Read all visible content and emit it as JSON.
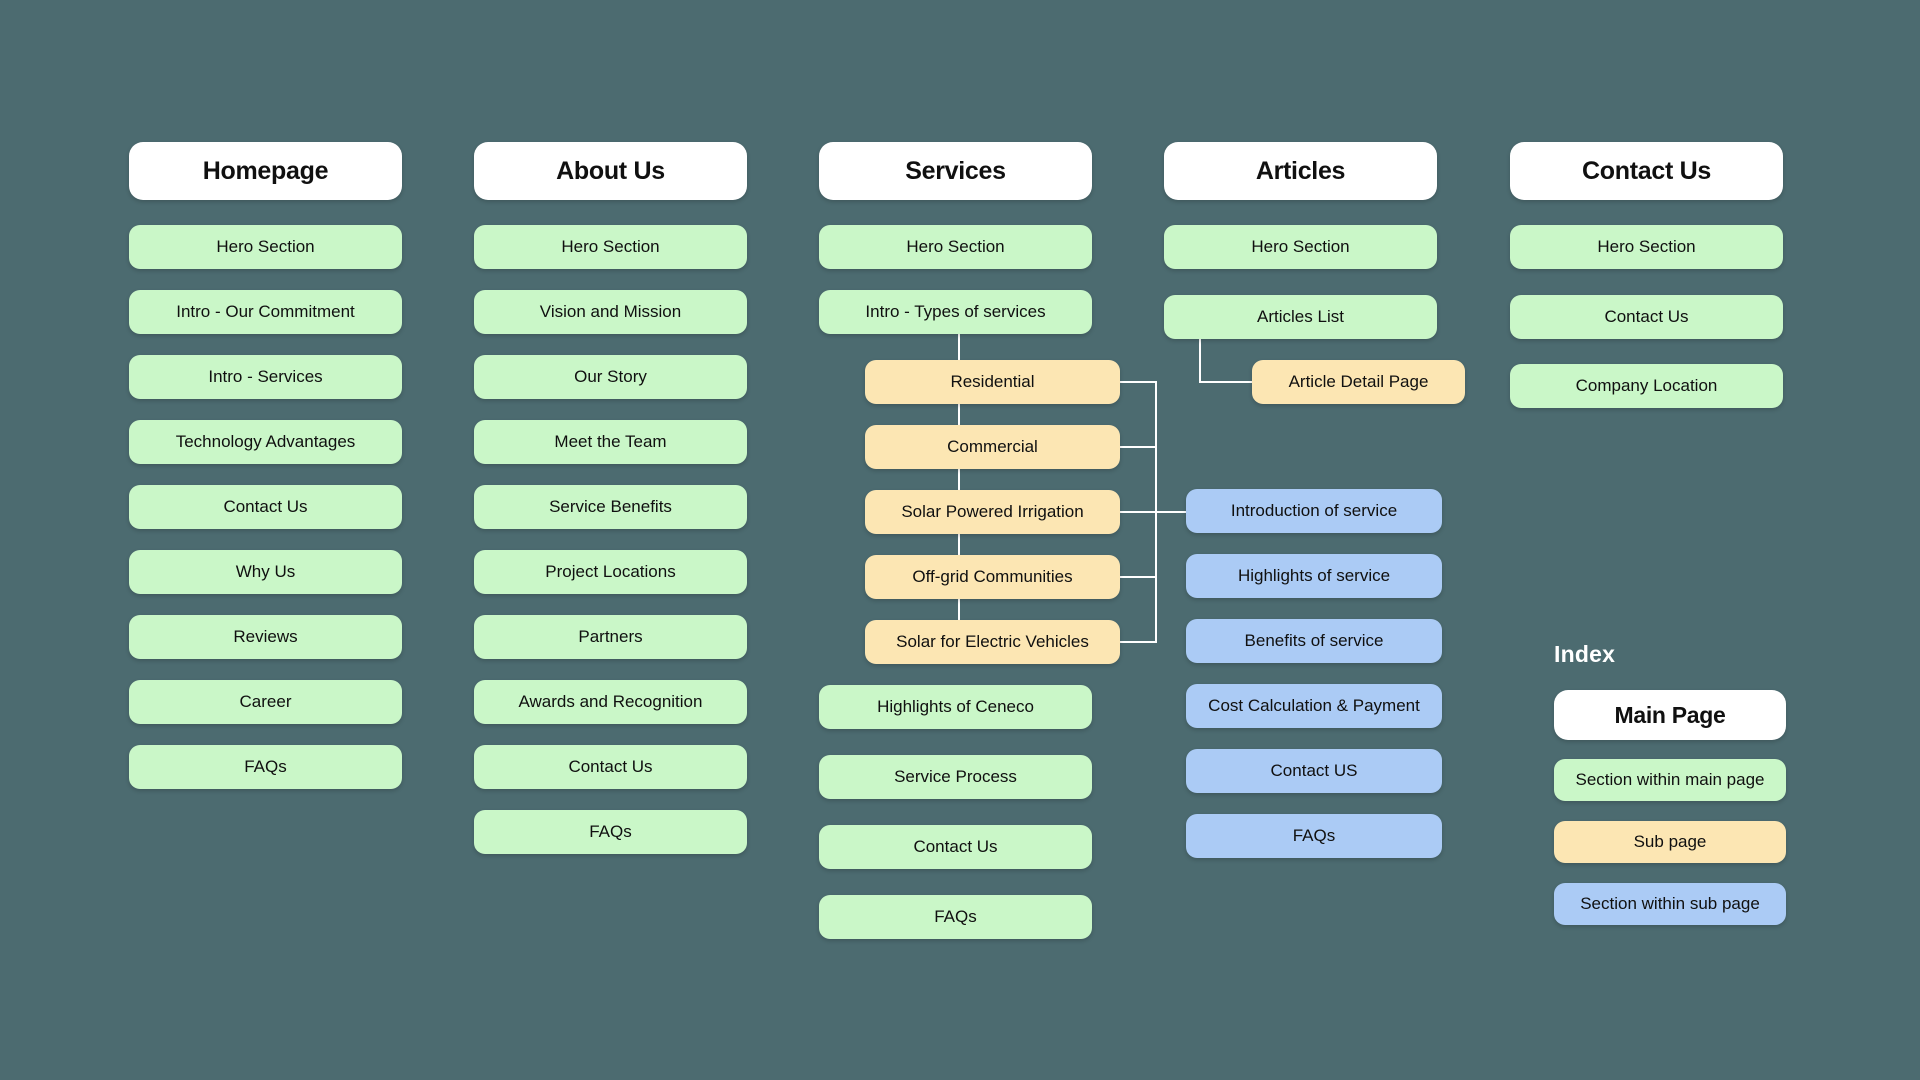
{
  "background_color": "#4c6b70",
  "palette": {
    "main_page": "#ffffff",
    "section_within_main_page": "#caf7c8",
    "sub_page": "#fce6b3",
    "section_within_sub_page": "#abcbf5",
    "connector": "#ffffff"
  },
  "columns": [
    {
      "id": "homepage",
      "title": "Homepage",
      "items": [
        {
          "label": "Hero Section",
          "type": "section"
        },
        {
          "label": "Intro - Our Commitment",
          "type": "section"
        },
        {
          "label": "Intro - Services",
          "type": "section"
        },
        {
          "label": "Technology Advantages",
          "type": "section"
        },
        {
          "label": "Contact Us",
          "type": "section"
        },
        {
          "label": "Why Us",
          "type": "section"
        },
        {
          "label": "Reviews",
          "type": "section"
        },
        {
          "label": "Career",
          "type": "section"
        },
        {
          "label": "FAQs",
          "type": "section"
        }
      ]
    },
    {
      "id": "about-us",
      "title": "About Us",
      "items": [
        {
          "label": "Hero Section",
          "type": "section"
        },
        {
          "label": "Vision and Mission",
          "type": "section"
        },
        {
          "label": "Our Story",
          "type": "section"
        },
        {
          "label": "Meet the Team",
          "type": "section"
        },
        {
          "label": "Service Benefits",
          "type": "section"
        },
        {
          "label": "Project Locations",
          "type": "section"
        },
        {
          "label": "Partners",
          "type": "section"
        },
        {
          "label": "Awards and Recognition",
          "type": "section"
        },
        {
          "label": "Contact Us",
          "type": "section"
        },
        {
          "label": "FAQs",
          "type": "section"
        }
      ]
    },
    {
      "id": "services",
      "title": "Services",
      "items": [
        {
          "label": "Hero Section",
          "type": "section"
        },
        {
          "label": "Intro - Types of services",
          "type": "section"
        },
        {
          "label": "Residential",
          "type": "sub"
        },
        {
          "label": "Commercial",
          "type": "sub"
        },
        {
          "label": "Solar Powered Irrigation",
          "type": "sub"
        },
        {
          "label": "Off-grid Communities",
          "type": "sub"
        },
        {
          "label": "Solar for Electric Vehicles",
          "type": "sub"
        },
        {
          "label": "Highlights of Ceneco",
          "type": "section"
        },
        {
          "label": "Service Process",
          "type": "section"
        },
        {
          "label": "Contact Us",
          "type": "section"
        },
        {
          "label": "FAQs",
          "type": "section"
        }
      ]
    },
    {
      "id": "articles",
      "title": "Articles",
      "items": [
        {
          "label": "Hero Section",
          "type": "section"
        },
        {
          "label": "Articles List",
          "type": "section"
        },
        {
          "label": "Article Detail Page",
          "type": "sub"
        },
        {
          "label": "Introduction of service",
          "type": "subsec"
        },
        {
          "label": "Highlights of service",
          "type": "subsec"
        },
        {
          "label": "Benefits of service",
          "type": "subsec"
        },
        {
          "label": "Cost Calculation & Payment",
          "type": "subsec"
        },
        {
          "label": "Contact US",
          "type": "subsec"
        },
        {
          "label": "FAQs",
          "type": "subsec"
        }
      ]
    },
    {
      "id": "contact-us",
      "title": "Contact Us",
      "items": [
        {
          "label": "Hero Section",
          "type": "section"
        },
        {
          "label": "Contact Us",
          "type": "section"
        },
        {
          "label": "Company Location",
          "type": "section"
        }
      ]
    }
  ],
  "legend": {
    "title": "Index",
    "items": [
      {
        "label": "Main Page",
        "type": "main"
      },
      {
        "label": "Section within main page",
        "type": "section"
      },
      {
        "label": "Sub page",
        "type": "sub"
      },
      {
        "label": "Section within sub page",
        "type": "subsec"
      }
    ]
  }
}
